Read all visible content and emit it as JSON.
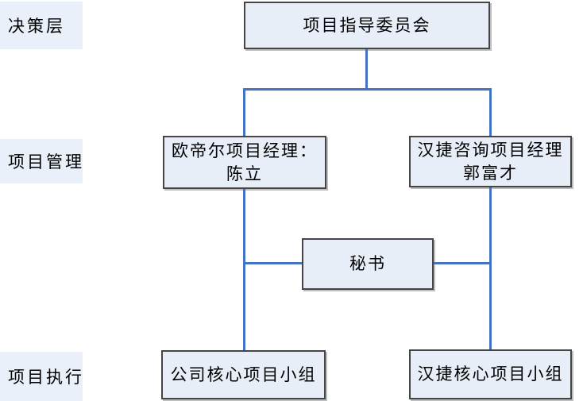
{
  "diagram": {
    "type": "org-chart",
    "row_labels": [
      {
        "id": "decision",
        "text": "决策层"
      },
      {
        "id": "management",
        "text": "项目管理"
      },
      {
        "id": "execution",
        "text": "项目执行"
      }
    ],
    "nodes": [
      {
        "id": "steering_committee",
        "level": "decision",
        "lines": [
          "项目指导委员会"
        ]
      },
      {
        "id": "oudier_pm",
        "level": "management",
        "lines": [
          "欧帝尔项目经理：",
          "陈立"
        ]
      },
      {
        "id": "hanjie_pm",
        "level": "management",
        "lines": [
          "汉捷咨询项目经理",
          "郭富才"
        ]
      },
      {
        "id": "secretary",
        "level": "management",
        "lines": [
          "秘书"
        ]
      },
      {
        "id": "company_core_team",
        "level": "execution",
        "lines": [
          "公司核心项目小组"
        ]
      },
      {
        "id": "hanjie_core_team",
        "level": "execution",
        "lines": [
          "汉捷核心项目小组"
        ]
      }
    ],
    "edges": [
      {
        "from": "steering_committee",
        "to": "oudier_pm"
      },
      {
        "from": "steering_committee",
        "to": "hanjie_pm"
      },
      {
        "from": "oudier_pm",
        "to": "company_core_team"
      },
      {
        "from": "hanjie_pm",
        "to": "hanjie_core_team"
      },
      {
        "from": "oudier_pm",
        "to": "secretary"
      },
      {
        "from": "hanjie_pm",
        "to": "secretary"
      }
    ],
    "colors": {
      "connector": "#4472C4",
      "node_fill": "#E8EEF8",
      "node_border": "#454545",
      "label_fill": "#E9F0F9",
      "text": "#000000"
    }
  }
}
